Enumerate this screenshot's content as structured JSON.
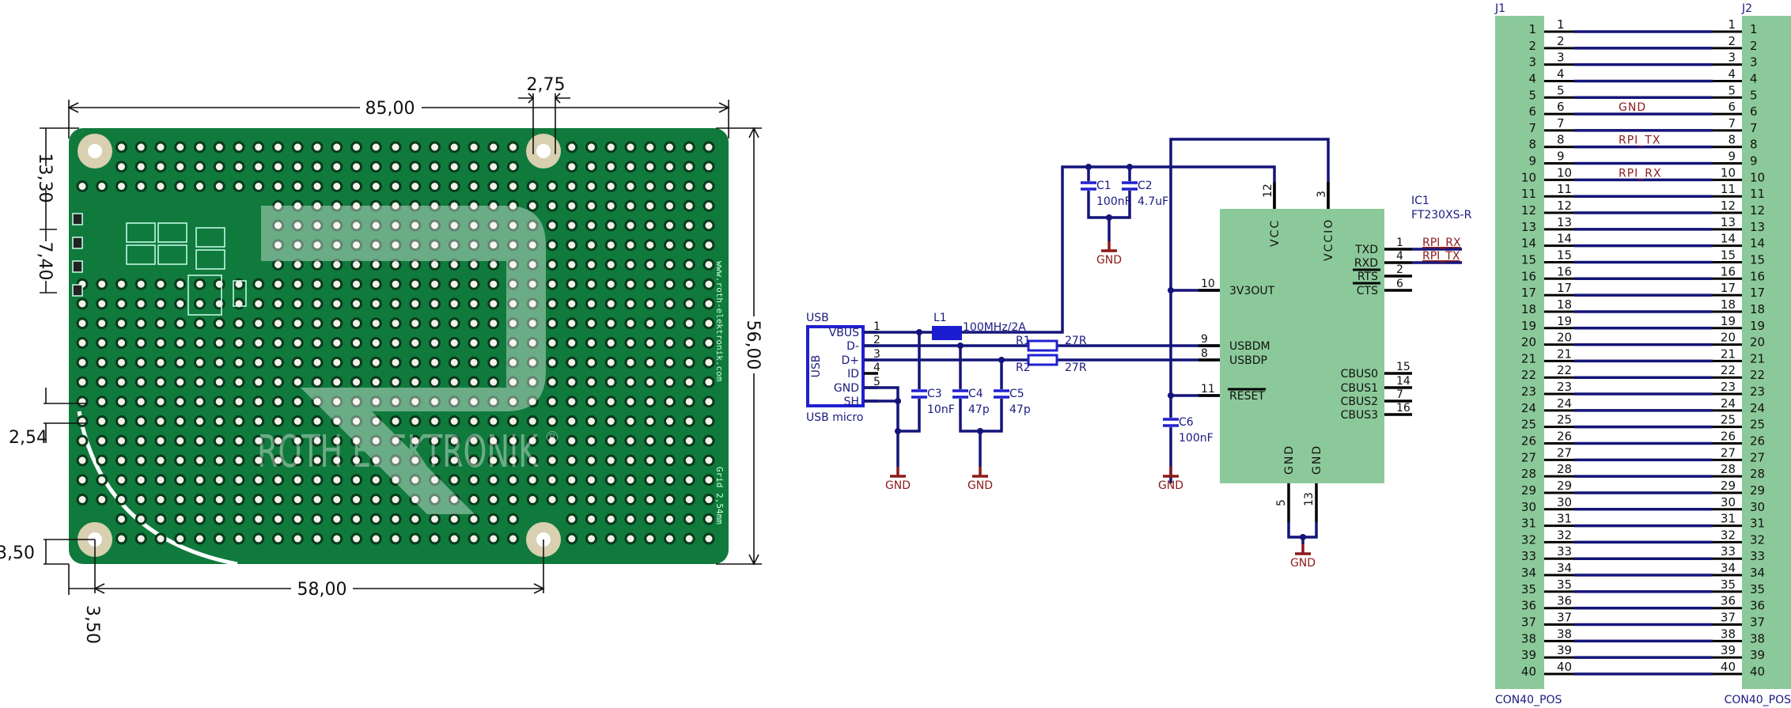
{
  "pcb": {
    "dimensions": {
      "width": "85,00",
      "hole_offset_top": "2,75",
      "height": "56,00",
      "header_offset": "13,30",
      "header_width": "7,40",
      "grid_pitch": "2,54",
      "hole_offset_y": "3,50",
      "hole_spacing": "58,00",
      "hole_offset_x": "3,50"
    },
    "logo_text": "ROTH ELEKTRONIK",
    "logo_mark": "®",
    "silkscreen": [
      "www.roth-elektronik.com",
      "Grid 2,54mm"
    ],
    "colors": {
      "board": "#0f7a3c",
      "hole": "#f2f2ea",
      "pad": "#0a3a1c"
    }
  },
  "schematic": {
    "usb": {
      "ref": "USB",
      "body_label": "USB",
      "value": "USB micro",
      "pins": [
        {
          "num": "1",
          "name": "VBUS"
        },
        {
          "num": "2",
          "name": "D-"
        },
        {
          "num": "3",
          "name": "D+"
        },
        {
          "num": "4",
          "name": "ID"
        },
        {
          "num": "5",
          "name": "GND"
        },
        {
          "num": "",
          "name": "SH"
        }
      ]
    },
    "l1": {
      "ref": "L1",
      "value": "100MHz/2A"
    },
    "r1": {
      "ref": "R1",
      "value": "27R"
    },
    "r2": {
      "ref": "R2",
      "value": "27R"
    },
    "c1": {
      "ref": "C1",
      "value": "100nF"
    },
    "c2": {
      "ref": "C2",
      "value": "4.7uF"
    },
    "c3": {
      "ref": "C3",
      "value": "10nF"
    },
    "c4": {
      "ref": "C4",
      "value": "47p"
    },
    "c5": {
      "ref": "C5",
      "value": "47p"
    },
    "c6": {
      "ref": "C6",
      "value": "100nF"
    },
    "gnd_label": "GND",
    "ic1": {
      "ref": "IC1",
      "value": "FT230XS-R",
      "top_pins": [
        {
          "num": "12",
          "name": "VCC"
        },
        {
          "num": "3",
          "name": "VCCIO"
        }
      ],
      "left_pins": [
        {
          "num": "10",
          "name": "3V3OUT"
        },
        {
          "num": "9",
          "name": "USBDM"
        },
        {
          "num": "8",
          "name": "USBDP"
        },
        {
          "num": "11",
          "name": "RESET"
        }
      ],
      "right_pins": [
        {
          "num": "1",
          "name": "TXD",
          "net": "RPI_RX"
        },
        {
          "num": "4",
          "name": "RXD",
          "net": "RPI_TX"
        },
        {
          "num": "2",
          "name": "RTS",
          "net": ""
        },
        {
          "num": "6",
          "name": "CTS",
          "net": ""
        },
        {
          "num": "15",
          "name": "CBUS0",
          "net": ""
        },
        {
          "num": "14",
          "name": "CBUS1",
          "net": ""
        },
        {
          "num": "7",
          "name": "CBUS2",
          "net": ""
        },
        {
          "num": "16",
          "name": "CBUS3",
          "net": ""
        }
      ],
      "bottom_pins": [
        {
          "num": "5",
          "name": "GND"
        },
        {
          "num": "13",
          "name": "GND"
        }
      ]
    },
    "colors": {
      "wire": "#14147a",
      "pin": "#000000",
      "body": "#8cc99a",
      "gnd": "#8b1a1a",
      "text": "#1a1a80"
    }
  },
  "connectors": {
    "j1": {
      "ref": "J1",
      "value": "CON40_POS"
    },
    "j2": {
      "ref": "J2",
      "value": "CON40_POS"
    },
    "pin_count": 40,
    "nets": {
      "6": "GND",
      "8": "RPI_TX",
      "10": "RPI_RX"
    }
  }
}
